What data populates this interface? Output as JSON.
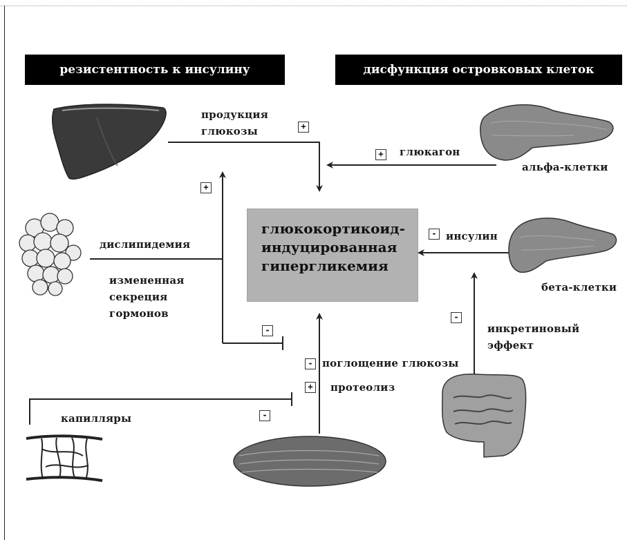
{
  "headers": {
    "insulin_resistance": "резистентность к инсулину",
    "islet_dysfunction": "дисфункция островковых клеток"
  },
  "center": {
    "line1": "глюкокортикоид-",
    "line2": "индуцированная",
    "line3": "гипергликемия"
  },
  "labels": {
    "glucose_production_1": "продукция",
    "glucose_production_2": "глюкозы",
    "glucagon": "глюкагон",
    "alpha_cells": "альфа-клетки",
    "dyslipidemia": "дислипидемия",
    "altered_secretion_1": "измененная",
    "altered_secretion_2": "секреция",
    "altered_secretion_3": "гормонов",
    "insulin": "инсулин",
    "beta_cells": "бета-клетки",
    "incretin_1": "инкретиновый",
    "incretin_2": "эффект",
    "glucose_uptake": "поглощение глюкозы",
    "proteolysis": "протеолиз",
    "capillaries": "капилляры"
  },
  "signs": {
    "glucose_production": "+",
    "adipose": "+",
    "glucagon": "+",
    "insulin": "-",
    "incretin": "-",
    "secretion": "-",
    "glucose_uptake": "-",
    "proteolysis": "+",
    "capillaries": "-"
  },
  "icons": [
    "liver-icon",
    "fat-cells-icon",
    "pancreas-alpha-icon",
    "pancreas-beta-icon",
    "intestine-icon",
    "muscle-icon",
    "capillaries-icon"
  ],
  "colors": {
    "header_bg": "#000000",
    "header_text": "#ffffff",
    "center_box": "#b2b2b2",
    "lines": "#222222"
  }
}
